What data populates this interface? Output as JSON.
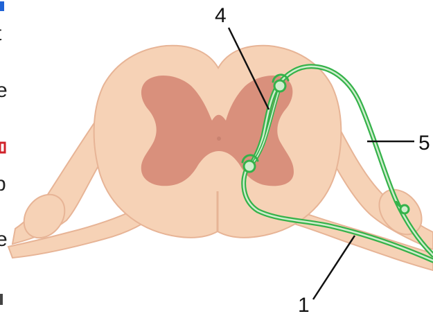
{
  "diagram": {
    "labels": {
      "label_1": "1",
      "label_4": "4",
      "label_5": "5"
    },
    "left_edge_fragments": [
      "t",
      "e",
      "p",
      "e"
    ],
    "colors": {
      "white_matter": "#f6d2b6",
      "white_matter_edge": "#e7b496",
      "gray_matter": "#d9907c",
      "nerve_green": "#35b24a",
      "nerve_green_light": "#cfeecd",
      "leader_line": "#111111",
      "left_mark_blue": "#1f63d6",
      "left_mark_red": "#d0222a"
    }
  }
}
